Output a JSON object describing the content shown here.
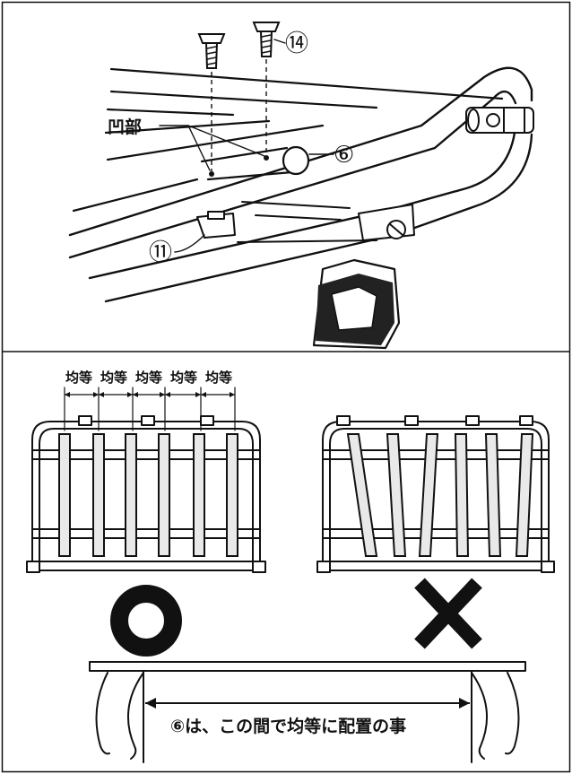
{
  "labels": {
    "recess": "凹部",
    "part6": "⑥",
    "part11": "⑪",
    "part14": "⑭",
    "equal_interval": "均等",
    "bottom_note": "⑥は、この間で均等に配置の事"
  },
  "symbols": {
    "correct": "circle-ok-icon",
    "wrong": "cross-ng-icon"
  },
  "equal_labels_count": 5,
  "bars_per_rack": 6,
  "colors": {
    "line": "#111111",
    "bar_fill": "#e9e9e9",
    "background": "#ffffff"
  }
}
